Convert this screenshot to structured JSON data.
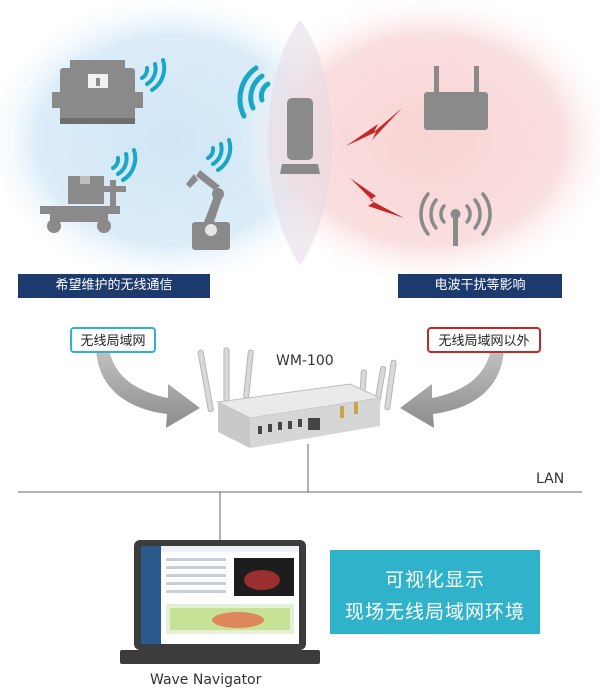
{
  "banners": {
    "left": "希望维护的无线通信",
    "right": "电波干扰等影响"
  },
  "tags": {
    "left": "无线局域网",
    "right": "无线局域网以外"
  },
  "router_label": "WM-100",
  "lan_label": "LAN",
  "laptop_label": "Wave Navigator",
  "callout": {
    "line1": "可视化显示",
    "line2": "现场无线局域网环境"
  },
  "colors": {
    "navy_banner": "#1c3a6e",
    "teal_accent": "#2fb3cb",
    "red_accent": "#c62828",
    "device_gray": "#8a8a8a",
    "blue_zone": "#cfe6f5",
    "red_zone": "#f8d3d3"
  },
  "icons": [
    "machine-icon",
    "cart-icon",
    "robot-arm-icon",
    "access-point-icon",
    "gateway-icon",
    "antenna-icon",
    "interference-bolt-icon",
    "router-icon",
    "laptop-icon"
  ]
}
